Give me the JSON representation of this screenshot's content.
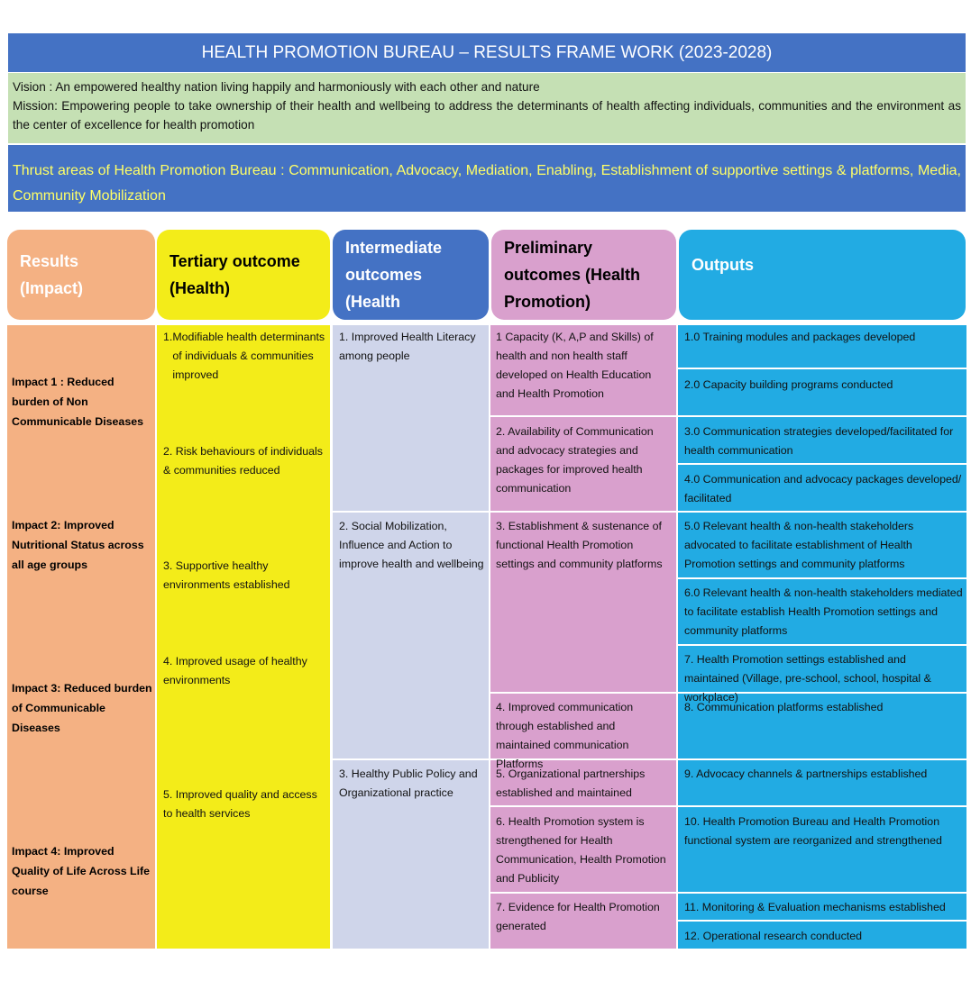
{
  "title": "HEALTH PROMOTION BUREAU – RESULTS FRAME WORK (2023-2028)",
  "vision": "Vision : An empowered healthy nation living happily and harmoniously with each other and nature",
  "mission": "Mission: Empowering people to take ownership of their health and wellbeing to address the determinants of health affecting individuals, communities and the environment  as the center of excellence for health promotion",
  "thrust": "Thrust areas of Health Promotion Bureau : Communication, Advocacy, Mediation, Enabling, Establishment of supportive settings  & platforms, Media, Community Mobilization",
  "headers": {
    "results": "Results (Impact)",
    "tertiary": "Tertiary  outcome (Health)",
    "intermediate": "Intermediate outcomes (Health Promotion)",
    "preliminary": "Preliminary outcomes (Health Promotion)",
    "outputs": "Outputs"
  },
  "impacts": [
    "Impact 1 : Reduced burden of Non Communicable Diseases",
    "Impact 2: Improved Nutritional Status across all age groups",
    "Impact 3: Reduced burden of Communicable Diseases",
    "Impact 4: Improved Quality of Life Across Life course"
  ],
  "tertiary_outcomes": [
    {
      "num": "1.",
      "text": "Modifiable health determinants of individuals & communities improved"
    },
    {
      "num": "",
      "text": "2. Risk behaviours of individuals & communities reduced"
    },
    {
      "num": "",
      "text": "3. Supportive healthy environments established"
    },
    {
      "num": "",
      "text": "4. Improved usage of healthy environments"
    },
    {
      "num": "",
      "text": "5. Improved quality and access to health services"
    }
  ],
  "intermediate_outcomes": [
    "1. Improved Health Literacy among people",
    "2. Social Mobilization, Influence and Action to improve health and wellbeing",
    "3. Healthy Public Policy and Organizational practice"
  ],
  "preliminary_outcomes": [
    "1 Capacity (K, A,P and Skills) of health and non health staff developed on Health Education and Health Promotion",
    "2. Availability of Communication and advocacy strategies and packages for improved health communication",
    "3. Establishment & sustenance of functional Health Promotion settings and community platforms",
    "4. Improved communication through established and maintained communication Platforms",
    "5. Organizational partnerships established and maintained",
    "6. Health Promotion system is strengthened for Health Communication, Health Promotion and Publicity",
    "7. Evidence for Health Promotion generated"
  ],
  "outputs": [
    "1.0 Training modules and packages developed",
    "2.0 Capacity building programs conducted",
    "3.0 Communication strategies developed/facilitated for health communication",
    "4.0 Communication and advocacy packages developed/ facilitated",
    "5.0 Relevant health & non-health stakeholders advocated to facilitate establishment of  Health Promotion settings and community platforms",
    "6.0 Relevant health & non-health stakeholders mediated to facilitate establish Health Promotion settings and community platforms",
    "7. Health Promotion settings established and maintained (Village, pre-school, school, hospital & workplace)",
    "8. Communication platforms established",
    "9. Advocacy channels & partnerships established",
    "10. Health Promotion Bureau and Health Promotion functional system are reorganized and strengthened",
    "11. Monitoring & Evaluation mechanisms established",
    "12. Operational research conducted"
  ],
  "colors": {
    "banner_blue": "#4472c4",
    "vision_green": "#c5e0b4",
    "thrust_text": "#ffff66",
    "results_orange": "#f4b183",
    "tertiary_yellow": "#f3ec19",
    "intermediate_lavender": "#cfd5ea",
    "preliminary_pink": "#d9a0cd",
    "outputs_cyan": "#22abe3"
  }
}
